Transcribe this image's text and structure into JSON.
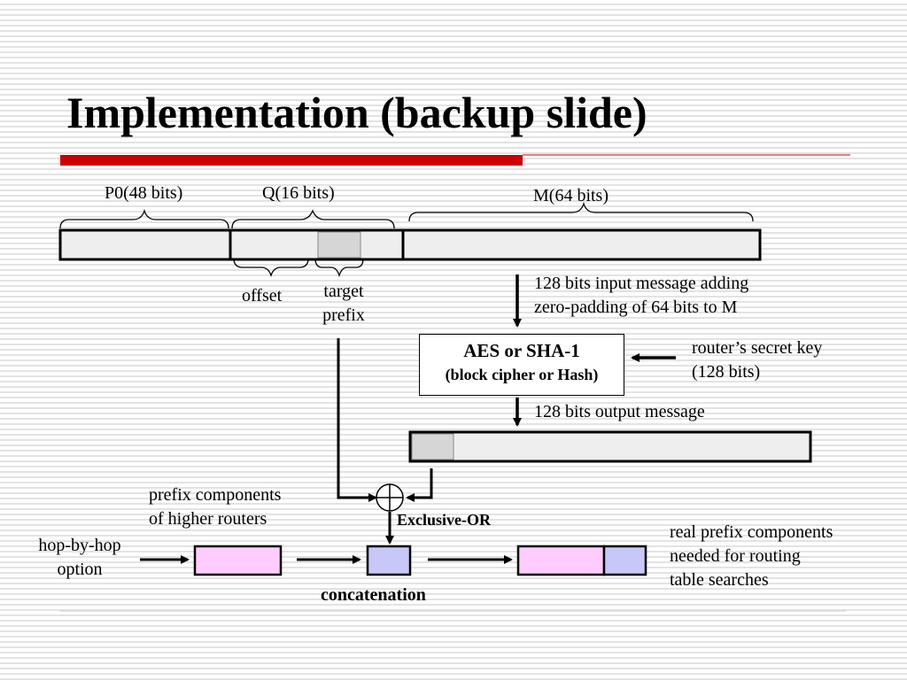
{
  "slide": {
    "title": "Implementation (backup slide)"
  },
  "fields": {
    "p0_label": "P0(48 bits)",
    "q_label": "Q(16 bits)",
    "m_label": "M(64 bits)",
    "offset_label": "offset",
    "target_prefix_line1": "target",
    "target_prefix_line2": "prefix"
  },
  "cipher": {
    "input_note_line1": "128 bits input message adding",
    "input_note_line2": "zero-padding of 64 bits to M",
    "box_line1": "AES or SHA-1",
    "box_line2": "(block cipher or Hash)",
    "key_note_line1": "router’s secret key",
    "key_note_line2": "(128 bits)",
    "output_note": "128 bits output message"
  },
  "xor": {
    "label": "Exclusive-OR"
  },
  "bottom": {
    "higher_line1": "prefix components",
    "higher_line2": "of higher routers",
    "hop_line1": "hop-by-hop",
    "hop_line2": "option",
    "concat_label": "concatenation",
    "real_line1": "real prefix components",
    "real_line2": "needed for routing",
    "real_line3": "table searches"
  },
  "colors": {
    "accent_red": "#cc0000",
    "field_fill": "#eeeeee",
    "target_fill": "#d6d6d6",
    "pink": "#ffccff",
    "lavender": "#c8c8f8"
  }
}
